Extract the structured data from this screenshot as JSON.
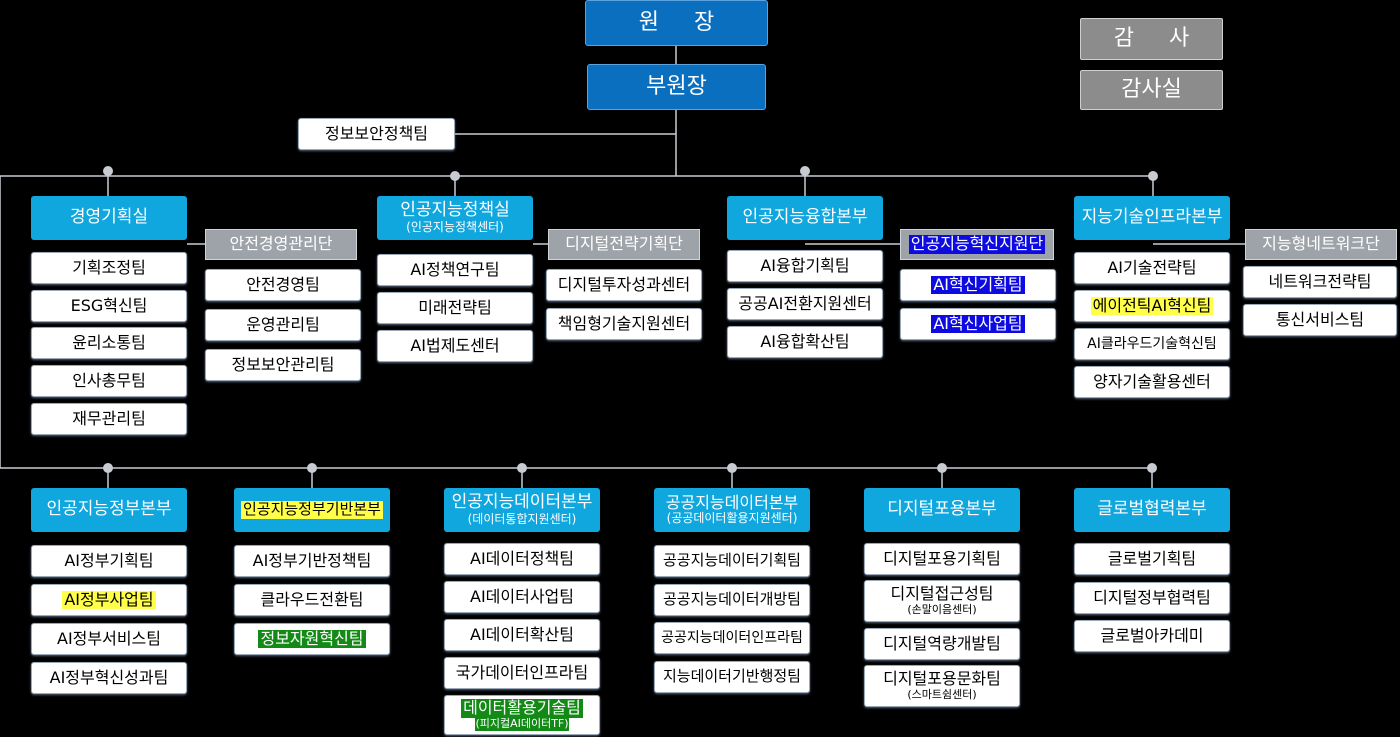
{
  "top": {
    "director": "원 장",
    "deputy": "부원장",
    "info_security_policy": "정보보안정책팀",
    "audit_title": "감 사",
    "audit_office": "감사실"
  },
  "row1": {
    "mgmt": {
      "head": "경영기획실",
      "teams": [
        "기획조정팀",
        "ESG혁신팀",
        "윤리소통팀",
        "인사총무팀",
        "재무관리팀"
      ],
      "sub_head": "안전경영관리단",
      "sub_teams": [
        "안전경영팀",
        "운영관리팀",
        "정보보안관리팀"
      ]
    },
    "policy": {
      "head": "인공지능정책실",
      "head_sub": "(인공지능정책센터)",
      "teams": [
        "AI정책연구팀",
        "미래전략팀",
        "AI법제도센터"
      ],
      "sub_head": "디지털전략기획단",
      "sub_teams": [
        "디지털투자성과센터",
        "책임형기술지원센터"
      ]
    },
    "convergence": {
      "head": "인공지능융합본부",
      "teams": [
        "AI융합기획팀",
        "공공AI전환지원센터",
        "AI융합확산팀"
      ],
      "sub_head": "인공지능혁신지원단",
      "sub_teams": [
        "AI혁신기획팀",
        "AI혁신사업팀"
      ]
    },
    "infra": {
      "head": "지능기술인프라본부",
      "teams": [
        "AI기술전략팀",
        "에이전틱AI혁신팀",
        "AI클라우드기술혁신팀",
        "양자기술활용센터"
      ],
      "sub_head": "지능형네트워크단",
      "sub_teams": [
        "네트워크전략팀",
        "통신서비스팀"
      ]
    }
  },
  "row2": {
    "gov": {
      "head": "인공지능정부본부",
      "teams": [
        "AI정부기획팀",
        "AI정부사업팀",
        "AI정부서비스팀",
        "AI정부혁신성과팀"
      ]
    },
    "gov_base": {
      "head": "인공지능정부기반본부",
      "teams": [
        "AI정부기반정책팀",
        "클라우드전환팀",
        "정보자원혁신팀"
      ]
    },
    "data": {
      "head": "인공지능데이터본부",
      "head_sub": "(데이터통합지원센터)",
      "teams": [
        "AI데이터정책팀",
        "AI데이터사업팀",
        "AI데이터확산팀",
        "국가데이터인프라팀",
        "데이터활용기술팀"
      ],
      "last_team_sub": "(피지컬AI데이터TF)"
    },
    "public_data": {
      "head": "공공지능데이터본부",
      "head_sub": "(공공데이터활용지원센터)",
      "teams": [
        "공공지능데이터기획팀",
        "공공지능데이터개방팀",
        "공공지능데이터인프라팀",
        "지능데이터기반행정팀"
      ]
    },
    "inclusion": {
      "head": "디지털포용본부",
      "teams": [
        "디지털포용기획팀",
        "디지털접근성팀",
        "디지털역량개발팀",
        "디지털포용문화팀"
      ],
      "team_subs": [
        "",
        "(손말이음센터)",
        "",
        "(스마트쉼센터)"
      ]
    },
    "global": {
      "head": "글로벌협력본부",
      "teams": [
        "글로벌기획팀",
        "디지털정부협력팀",
        "글로벌아카데미"
      ]
    }
  },
  "colors": {
    "top": "#0b6fc0",
    "head": "#10a7df",
    "sub_head": "#9ea3a9",
    "audit": "#8c8c8c",
    "highlight_yellow": "#ffff4a",
    "highlight_green": "#138a16",
    "highlight_blue": "#0d0be0"
  }
}
